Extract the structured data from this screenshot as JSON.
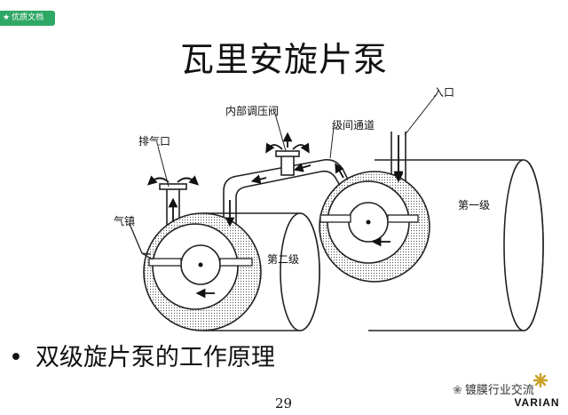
{
  "badge": {
    "icon": "star-icon",
    "text": "优质文档",
    "color": "#2fa866"
  },
  "title": "瓦里安旋片泵",
  "labels": {
    "exhaust": "排气口",
    "internal_valve": "内部调压阀",
    "interstage": "级间通道",
    "inlet": "入口",
    "gas_ballast": "气镇",
    "stage_one": "第一级",
    "stage_two": "第二级"
  },
  "bullet": {
    "marker": "•",
    "text": "双级旋片泵的工作原理"
  },
  "page_number": "29",
  "watermark": {
    "icon": "wechat-icon",
    "text": "镀膜行业交流"
  },
  "logo": {
    "text": "VARIAN",
    "accent": "#c9a227"
  }
}
